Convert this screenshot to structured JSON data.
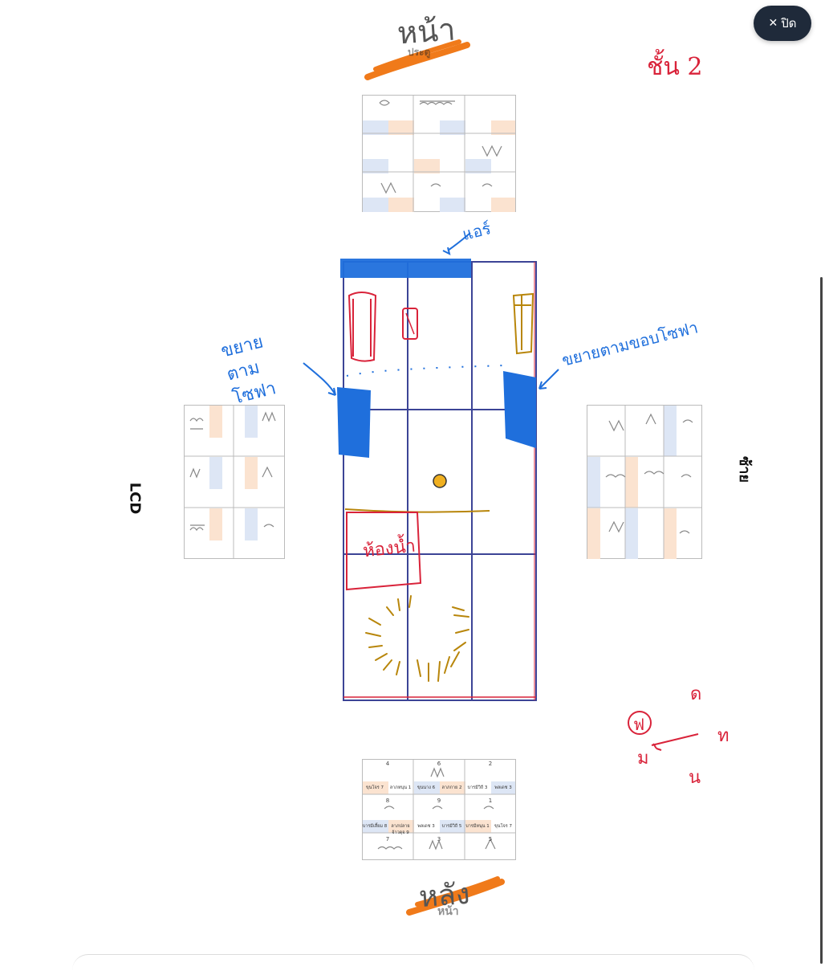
{
  "close_button": {
    "label": "ปิด",
    "icon": "close-x"
  },
  "annotations": {
    "front": "หน้า",
    "floor": "ชั้น 2",
    "door": "แอร์",
    "left_extend": "ขยายตาม โซฟา",
    "right_extend": "ขยายตามขอบโซฟา",
    "bathroom": "ห้องน้ำ",
    "back": "หลัง",
    "compass": {
      "circled": "ฟ",
      "top": "ด",
      "right": "ท",
      "left": "ม",
      "bottom": "น"
    }
  },
  "side_labels": {
    "left": "LCD",
    "right": "ซ้าย",
    "top_struck": "ประตู",
    "bottom_struck": "หน้า"
  },
  "grid_cards": {
    "bottom": {
      "rows": [
        {
          "cells": [
            "4",
            "6",
            "2"
          ]
        },
        {
          "cells": [
            "ขุนโจร 7",
            "ลาภหนุน 1",
            "ขุนนาง 6",
            "ลาภกาย 2",
            "บารมีวิถี 3",
            "พลเดช 3"
          ]
        },
        {
          "cells": [
            "8",
            "9",
            "1"
          ]
        },
        {
          "cells": [
            "บารมีเสี้ยม 8",
            "ลาภปลายจ้าวดุจ 9",
            "พลเดช 3",
            "บารมีวิถี 5",
            "บารมีหนุน 1",
            "ขุนโจร 7"
          ]
        },
        {
          "cells": [
            "7",
            "3",
            "5"
          ]
        }
      ]
    }
  },
  "colors": {
    "blue_marker": "#1f6fdc",
    "orange_marker": "#f07a1a",
    "red_pen": "#d9233a",
    "gold_pen": "#b8860b",
    "grid_line": "#3c4496",
    "dot": "#f0b020"
  }
}
